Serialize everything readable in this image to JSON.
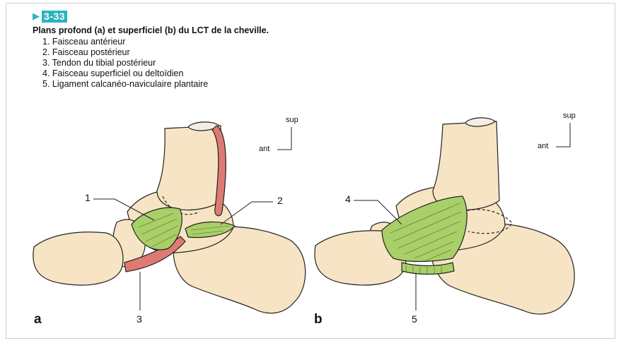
{
  "figure": {
    "number": "3-33",
    "caption": "Plans profond (a) et superficiel (b) du LCT de la cheville.",
    "legend": [
      "1. Faisceau antérieur",
      "2. Faisceau postérieur",
      "3. Tendon du tibial postérieur",
      "4. Faisceau superficiel ou deltoïdien",
      "5. Ligament calcanéo-naviculaire plantaire"
    ]
  },
  "panels": {
    "a": {
      "letter": "a",
      "orientation": {
        "sup": "sup",
        "ant": "ant"
      },
      "labels": {
        "l1": "1",
        "l2": "2",
        "l3": "3"
      }
    },
    "b": {
      "letter": "b",
      "orientation": {
        "sup": "sup",
        "ant": "ant"
      },
      "labels": {
        "l4": "4",
        "l5": "5"
      }
    }
  },
  "colors": {
    "bone": "#f6e4c4",
    "ligament": "#a9cf68",
    "tendon": "#de7a73",
    "outline": "#222222",
    "badge": "#2bb3c0"
  }
}
